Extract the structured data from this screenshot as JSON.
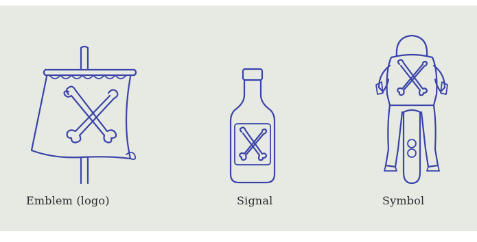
{
  "figures": [
    {
      "icon": "pirate-flag-icon",
      "caption": "Emblem (logo)"
    },
    {
      "icon": "poison-bottle-icon",
      "caption": "Signal"
    },
    {
      "icon": "biker-jacket-icon",
      "caption": "Symbol"
    }
  ],
  "ink_color": "#3a43a8",
  "paper_color": "#e7eae3"
}
